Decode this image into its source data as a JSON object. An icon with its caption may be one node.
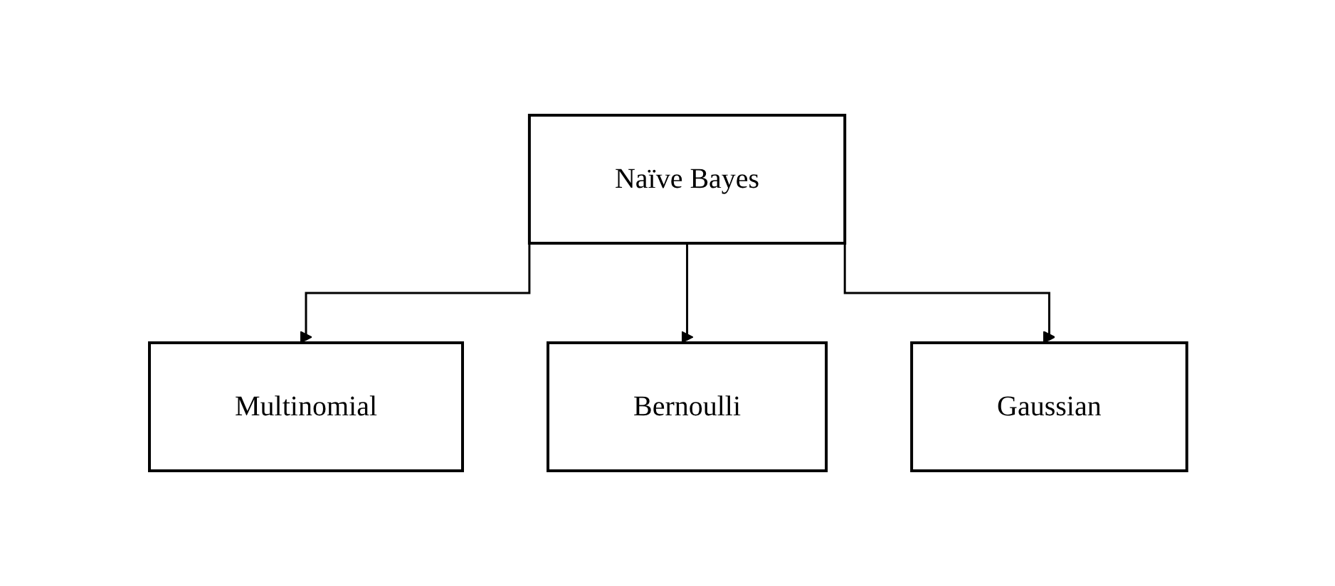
{
  "diagram": {
    "nodes": [
      {
        "text": [
          "Naïve Bayes"
        ]
      },
      {
        "text": [
          "Multinomial"
        ]
      },
      {
        "text": [
          "Bernoulli"
        ]
      },
      {
        "text": [
          "Gaussian"
        ]
      }
    ],
    "edges": [
      {
        "from": 0,
        "to": 1,
        "arrow": "to"
      },
      {
        "from": 0,
        "to": 2,
        "arrow": "to"
      },
      {
        "from": 0,
        "to": 3,
        "arrow": "to"
      }
    ]
  }
}
